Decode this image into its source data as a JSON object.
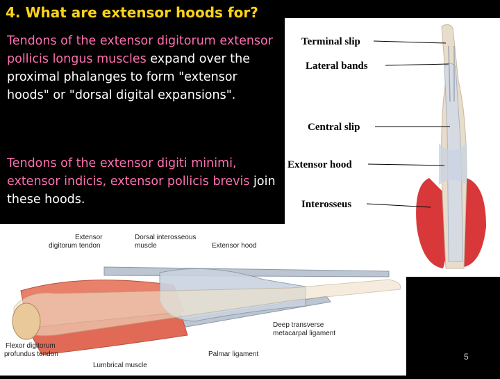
{
  "title": "4. What are extensor hoods for?",
  "paragraph1": {
    "pink": "Tendons of the extensor digitorum extensor pollicis longus muscles",
    "white": " expand over the proximal phalanges to form \"extensor hoods\" or \"dorsal digital expansions\"."
  },
  "paragraph2": {
    "pink": "Tendons of the extensor digiti minimi, extensor indicis, extensor pollicis brevis",
    "white": " join these hoods."
  },
  "figure_top_labels": {
    "terminal_slip": "Terminal slip",
    "lateral_bands": "Lateral bands",
    "central_slip": "Central slip",
    "extensor_hood": "Extensor hood",
    "interosseus": "Interosseus"
  },
  "figure_bottom_labels": {
    "extensor_digitorum_tendon_1": "Extensor",
    "extensor_digitorum_tendon_2": "digitorum tendon",
    "dorsal_interosseous_1": "Dorsal interosseous",
    "dorsal_interosseous_2": "muscle",
    "extensor_hood": "Extensor hood",
    "deep_transverse_1": "Deep transverse",
    "deep_transverse_2": "metacarpal ligament",
    "flexor_digitorum_1": "Flexor digitorum",
    "flexor_digitorum_2": "profundus tendon",
    "palmar_ligament": "Palmar ligament",
    "lumbrical_muscle": "Lumbrical muscle"
  },
  "slide_number": "5",
  "colors": {
    "title": "#ffd11a",
    "pink_text": "#ff6fb0",
    "muscle": "#d8383a",
    "tendon": "#c9d3e0"
  }
}
